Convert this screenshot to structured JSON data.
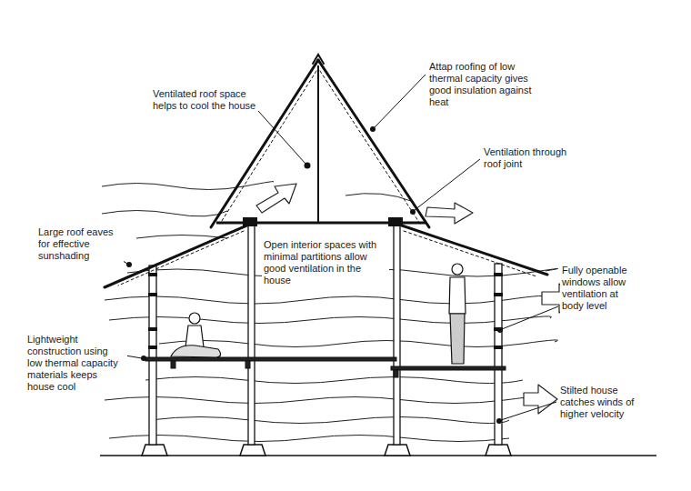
{
  "diagram": {
    "labels": [
      "Attap roofing of low thermal capacity gives good insulation against heat",
      "Ventilated roof space helps to cool the house",
      "Ventilation through roof joint",
      "Large roof eaves for effective sunshading",
      "Open interior spaces with minimal partitions allow good ventilation in the house",
      "Fully openable windows allow ventilation at body level",
      "Lightweight construction using low thermal capacity materials keeps house cool",
      "Stilted house catches winds of higher velocity"
    ]
  }
}
